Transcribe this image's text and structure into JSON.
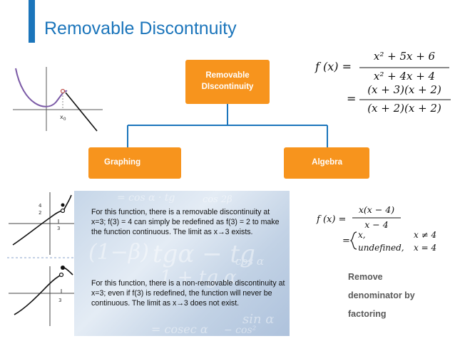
{
  "slide": {
    "title": "Removable Discontnuity",
    "accent_color": "#1b75bb",
    "box_color": "#f7941d"
  },
  "diagram": {
    "root_line1": "Removable",
    "root_line2": "DIscontinuity",
    "left_child": "Graphing",
    "right_child": "Algebra"
  },
  "graph_top": {
    "point_label": "x",
    "point_sub": "0"
  },
  "graphs_left": {
    "tick_4": "4",
    "tick_2": "2",
    "tick_3a": "3",
    "tick_3b": "3"
  },
  "formula_top": {
    "lhs": "f (x) =",
    "num1": "x² + 5x + 6",
    "den1": "x² + 4x + 4",
    "eq2": "=",
    "num2": "(x + 3)(x + 2)",
    "den2": "(x + 2)(x + 2)"
  },
  "formula_bottom": {
    "lhs": "f (x) =",
    "num": "x(x − 4)",
    "den": "x − 4",
    "eq2": "=",
    "case1_value": "x,",
    "case1_cond": "x ≠ 4",
    "case2_value": "undefined,",
    "case2_cond": "x = 4"
  },
  "panel": {
    "text1": "For this function, there is a removable discontinuity at x=3; f(3) = 4 can simply be redefined as f(3) = 2 to make the function continuous.  The limit as x→3 exists.",
    "text2": "For this function, there is a non-removable discontinuity at x=3; even if f(3) is redefined, the function will never be continuous.  The limit as x→3 does not exist."
  },
  "side_note": {
    "line1": "Remove",
    "line2": "denominator by",
    "line3": "factoring"
  }
}
